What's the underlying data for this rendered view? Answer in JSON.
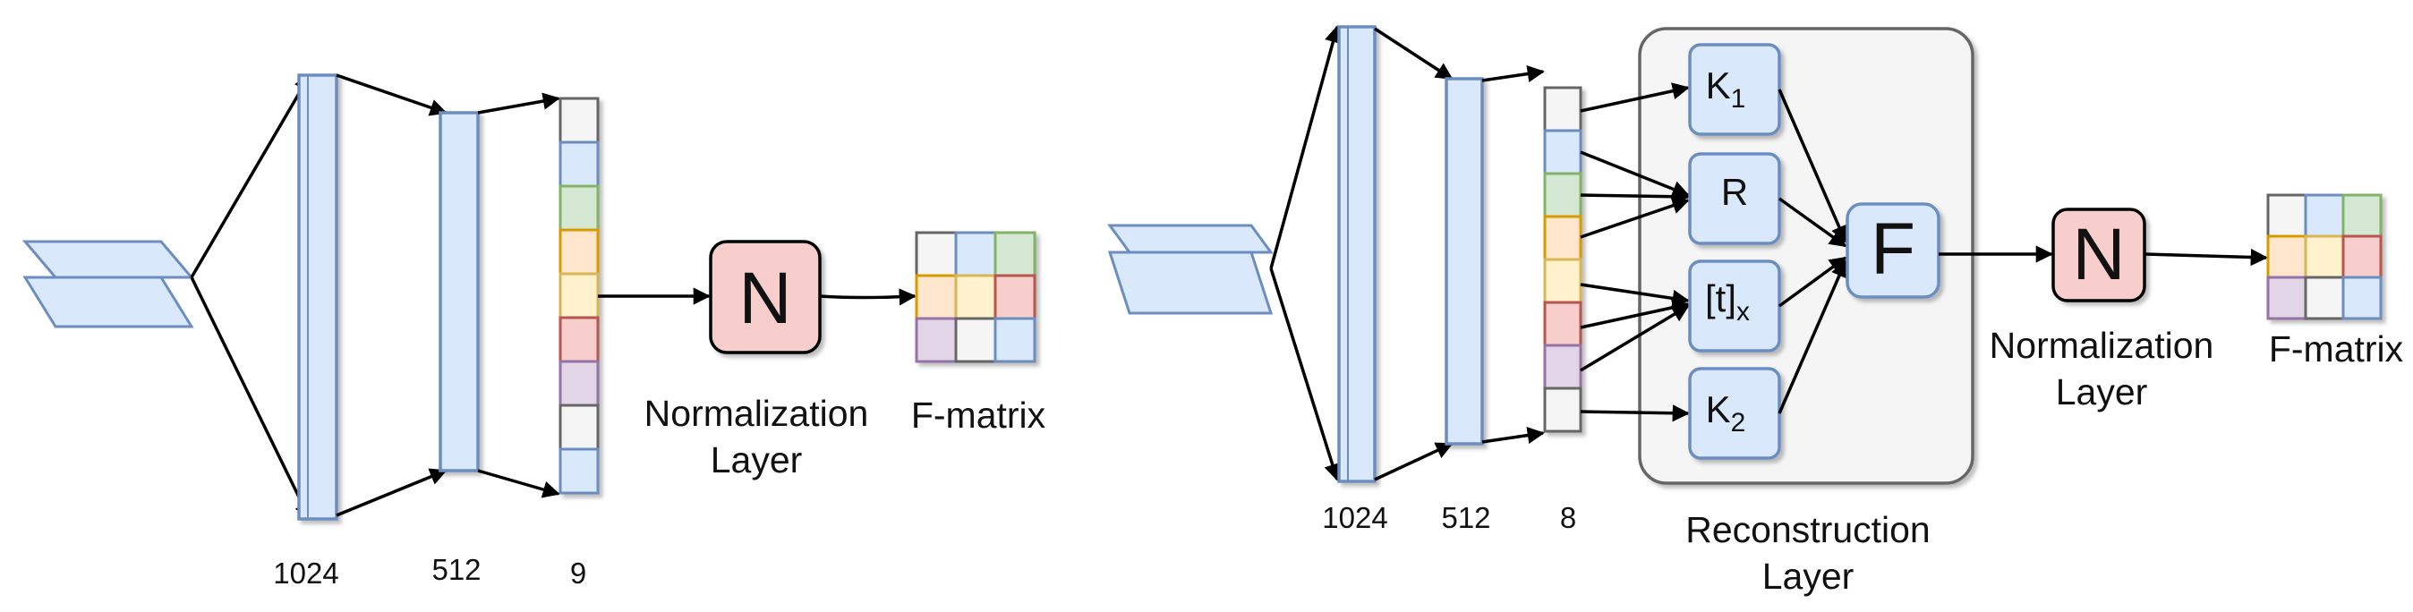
{
  "colors": {
    "layer_fill": "#dae8fc",
    "layer_stroke": "#6c8ebf",
    "norm_fill": "#f8cecc",
    "recon_fill": "#f5f5f5",
    "recon_stroke": "#666666",
    "white": "#f5f5f5",
    "blue": "#dae8fc",
    "green": "#d5e8d4",
    "orange": "#ffe6cc",
    "yellow": "#fff2cc",
    "red": "#f8cecc",
    "purple": "#e1d5e7",
    "white_stroke": "#666666",
    "blue_stroke": "#6c8ebf",
    "green_stroke": "#82b366",
    "orange_stroke": "#d79b00",
    "yellow_stroke": "#d6b656",
    "red_stroke": "#b85450",
    "purple_stroke": "#9673a6"
  },
  "left": {
    "layer_sizes": [
      "1024",
      "512",
      "9"
    ],
    "output_cells": [
      "white",
      "blue",
      "green",
      "orange",
      "yellow",
      "red",
      "purple",
      "white",
      "blue"
    ],
    "norm_symbol": "N",
    "norm_label_line1": "Normalization",
    "norm_label_line2": "Layer",
    "fmatrix_label": "F-matrix",
    "fmatrix_cells": [
      "white",
      "blue",
      "green",
      "orange",
      "yellow",
      "red",
      "purple",
      "white",
      "blue"
    ]
  },
  "right": {
    "layer_sizes": [
      "1024",
      "512",
      "8"
    ],
    "output_cells": [
      "white",
      "blue",
      "green",
      "orange",
      "yellow",
      "red",
      "purple",
      "white"
    ],
    "k1_label": "K",
    "k1_sub": "1",
    "r_label": "R",
    "t_label": "[t]",
    "t_sub": "x",
    "k2_label": "K",
    "k2_sub": "2",
    "f_symbol": "F",
    "recon_label_line1": "Reconstruction",
    "recon_label_line2": "Layer",
    "norm_symbol": "N",
    "norm_label_line1": "Normalization",
    "norm_label_line2": "Layer",
    "fmatrix_label": "F-matrix",
    "fmatrix_cells": [
      "white",
      "blue",
      "green",
      "orange",
      "yellow",
      "red",
      "purple",
      "white",
      "blue"
    ]
  }
}
